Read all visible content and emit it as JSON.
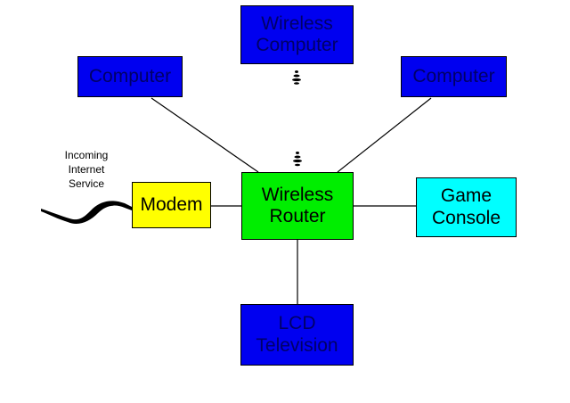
{
  "colors": {
    "computer_blue": "#0000f0",
    "router_green": "#00ee00",
    "modem_yellow": "#ffff00",
    "console_cyan": "#00ffff",
    "line": "#000000"
  },
  "nodes": {
    "wireless_computer": {
      "line1": "Wireless",
      "line2": "Computer"
    },
    "computer_left": {
      "label": "Computer"
    },
    "computer_right": {
      "label": "Computer"
    },
    "modem": {
      "label": "Modem"
    },
    "router": {
      "line1": "Wireless",
      "line2": "Router"
    },
    "game_console": {
      "line1": "Game",
      "line2": "Console"
    },
    "lcd_tv": {
      "line1": "LCD",
      "line2": "Television"
    }
  },
  "incoming": {
    "line1": "Incoming",
    "line2": "Internet",
    "line3": "Service"
  },
  "icons": [
    "wireless-signal-icon",
    "internet-cable-wave-icon"
  ]
}
